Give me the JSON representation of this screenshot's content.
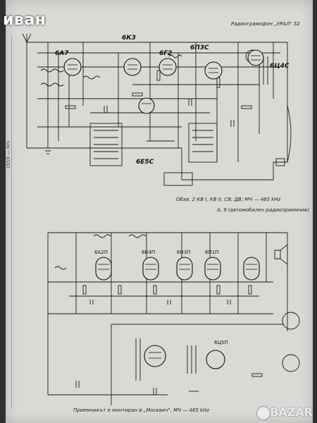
{
  "brand": {
    "label": "иван"
  },
  "watermark": {
    "label": "BAZAR"
  },
  "side_text": {
    "label": "1959 — МЧ"
  },
  "top_diagram": {
    "title": "Радиограмофон „УРАЛ\" 52",
    "caption": "Обхв. 2 КВ I, КВ II, СВ, ДВ; МЧ — 465 kHz",
    "subcaption": "А. 9 (автомобилен радиоприемник)",
    "tubes": [
      "6А7",
      "6К3",
      "6Г2",
      "6П3С",
      "6Е5С",
      "6Ц4С"
    ]
  },
  "bottom_diagram": {
    "caption": "Приемникът е монтиран в „Москвич\". МЧ — 465 kHz",
    "tubes": [
      "6А2П",
      "6К4П",
      "6Н3П",
      "6П1П",
      "6Ц5П"
    ]
  }
}
